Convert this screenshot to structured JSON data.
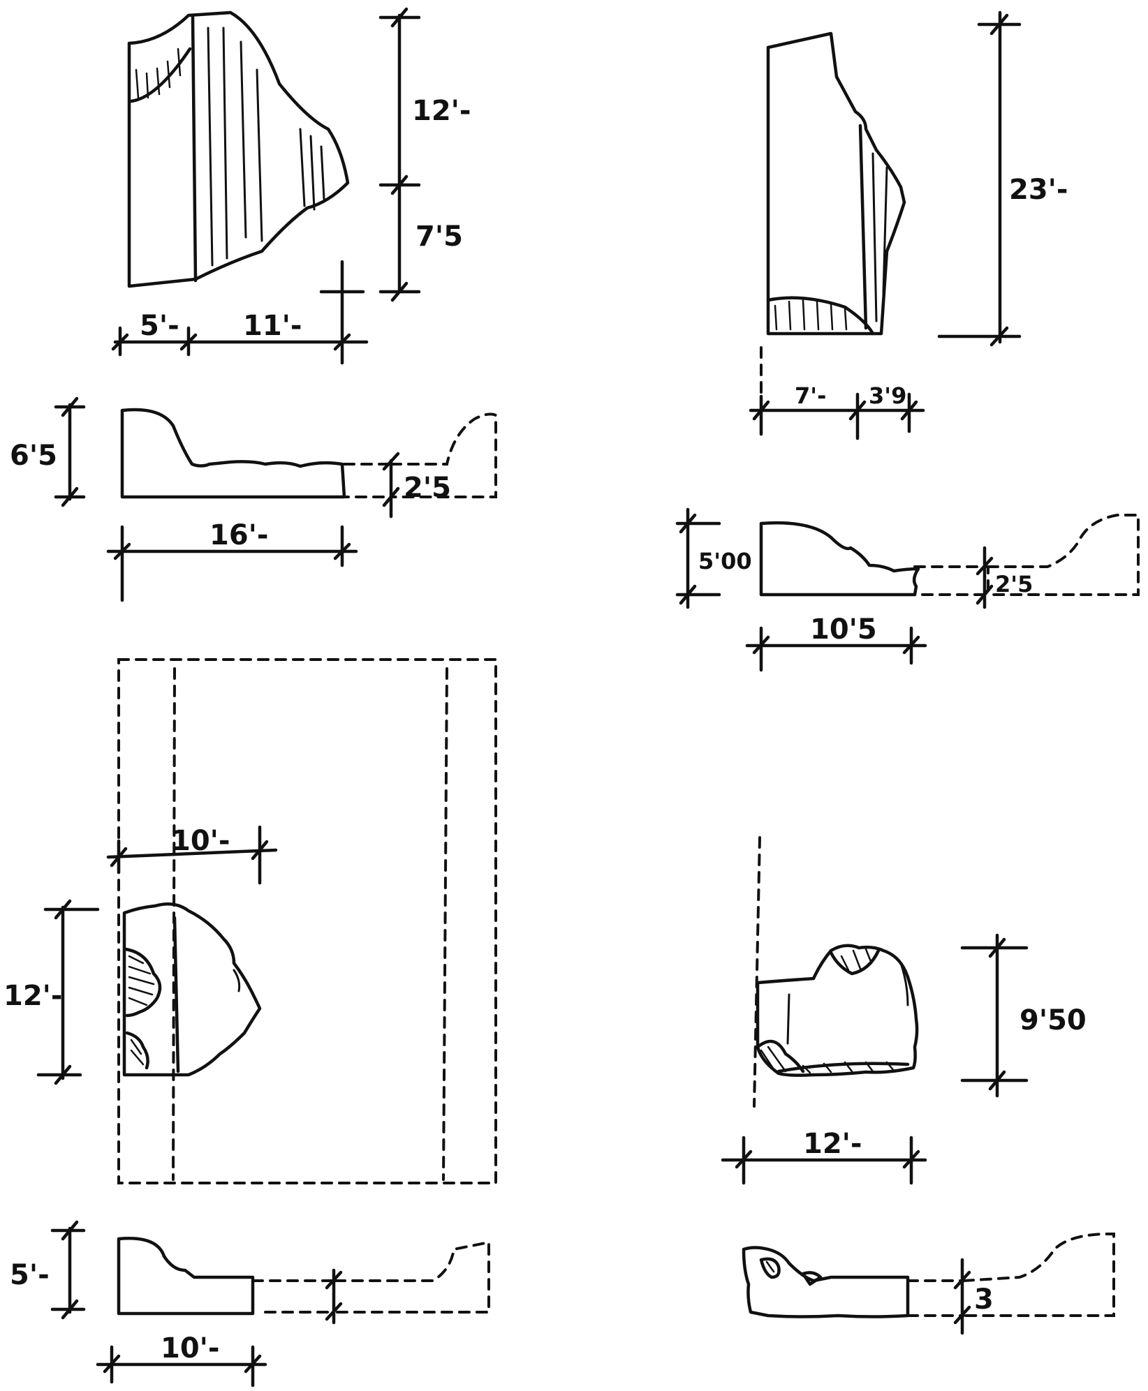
{
  "drawing": {
    "fragment_a": {
      "height_upper": "12'-",
      "height_lower": "7'5",
      "width_left": "5'-",
      "width_right": "11'-"
    },
    "fragment_b": {
      "height": "23'-",
      "width_left": "7'-",
      "width_right": "3'9"
    },
    "profile_a": {
      "height": "6'5",
      "height_small": "2'5",
      "width": "16'-"
    },
    "profile_b": {
      "height": "5'00",
      "height_small": "2'5",
      "width": "10'5"
    },
    "fragment_c": {
      "width": "10'-",
      "height": "12'-"
    },
    "fragment_d": {
      "height": "9'50",
      "width": "12'-"
    },
    "profile_c": {
      "height": "5'-",
      "width": "10'-"
    },
    "profile_d": {
      "height": "3"
    }
  }
}
